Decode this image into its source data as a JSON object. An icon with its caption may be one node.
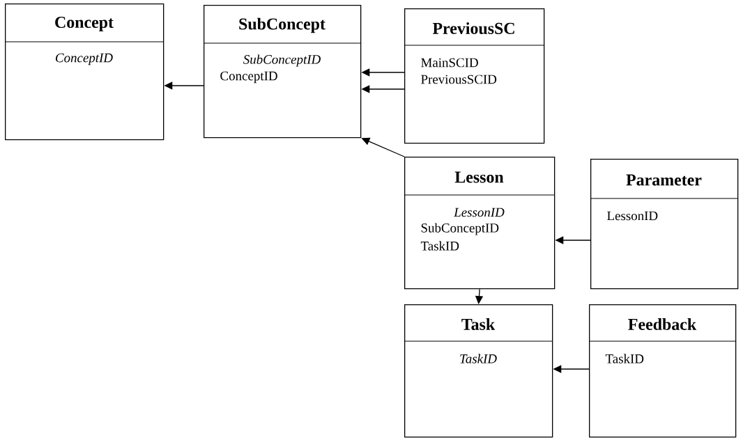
{
  "diagram": {
    "nodes": [
      {
        "text": [
          "Concept",
          "ConceptID"
        ]
      },
      {
        "text": [
          "SubConcept",
          "SubConceptID",
          "ConceptID"
        ]
      },
      {
        "text": [
          "PreviousSC",
          "MainSCID",
          "PreviousSCID"
        ]
      },
      {
        "text": [
          "Lesson",
          "LessonID",
          "SubConceptID",
          "TaskID"
        ]
      },
      {
        "text": [
          "Parameter",
          "LessonID"
        ]
      },
      {
        "text": [
          "Task",
          "TaskID"
        ]
      },
      {
        "text": [
          "Feedback",
          "TaskID"
        ]
      }
    ],
    "edges": [
      {
        "from": 1,
        "to": 0,
        "arrow": "to"
      },
      {
        "from": 2,
        "to": 1,
        "arrow": "to"
      },
      {
        "from": 2,
        "to": 1,
        "arrow": "to"
      },
      {
        "from": 3,
        "to": 1,
        "arrow": "to"
      },
      {
        "from": 4,
        "to": 3,
        "arrow": "to"
      },
      {
        "from": 3,
        "to": 5,
        "arrow": "to"
      },
      {
        "from": 6,
        "to": 5,
        "arrow": "to"
      }
    ]
  }
}
